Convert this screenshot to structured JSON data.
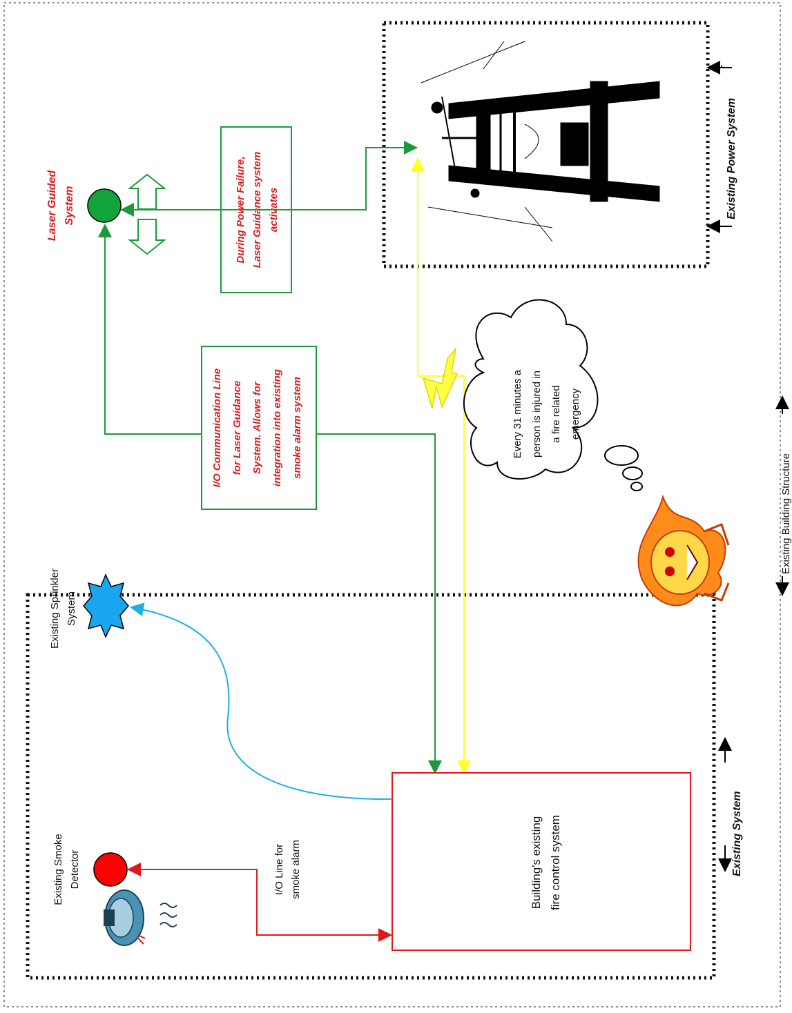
{
  "labels": {
    "laser_guided_system": [
      "Laser Guided",
      "System"
    ],
    "power_failure_box": [
      "During Power Failure,",
      "Laser Guidance system",
      "activates"
    ],
    "io_communication_box": [
      "I/O Communication Line",
      "for Laser Guidance",
      "System.  Allows for",
      "integration into existing",
      "smoke alarm system"
    ],
    "thought_bubble": [
      "Every 31 minutes a",
      "person is injured in",
      "a fire related",
      "emergency"
    ],
    "existing_power_system": "Existing Power System",
    "existing_building_structure": "Existing Building Structure",
    "existing_system": "Existing System",
    "existing_smoke_detector": [
      "Existing Smoke",
      "Detector"
    ],
    "existing_sprinkler_system": [
      "Existing Sprinkler",
      "System"
    ],
    "io_line_smoke_alarm": [
      "I/O Line for",
      "smoke alarm"
    ],
    "fire_control_system": [
      "Building's existing",
      "fire control system"
    ]
  },
  "icons": {
    "laser_node": "green-circle-icon",
    "smoke_node": "red-circle-icon",
    "sprinkler": "blue-star-icon",
    "power_pole": "power-pole-icon",
    "lightning": "lightning-bolt-icon",
    "fire_character": "fire-monster-icon",
    "smoke_detector": "smoke-detector-icon",
    "thought": "thought-cloud-icon"
  },
  "colors": {
    "green_line": "#1a9a3a",
    "red_line": "#e0161b",
    "yellow_line": "#ffff22",
    "blue_line": "#1ab0df",
    "red_text": "#e0161b",
    "green_node": "#12a33a",
    "red_node": "#ff0000",
    "sprinkler_fill": "#18a6f0"
  }
}
